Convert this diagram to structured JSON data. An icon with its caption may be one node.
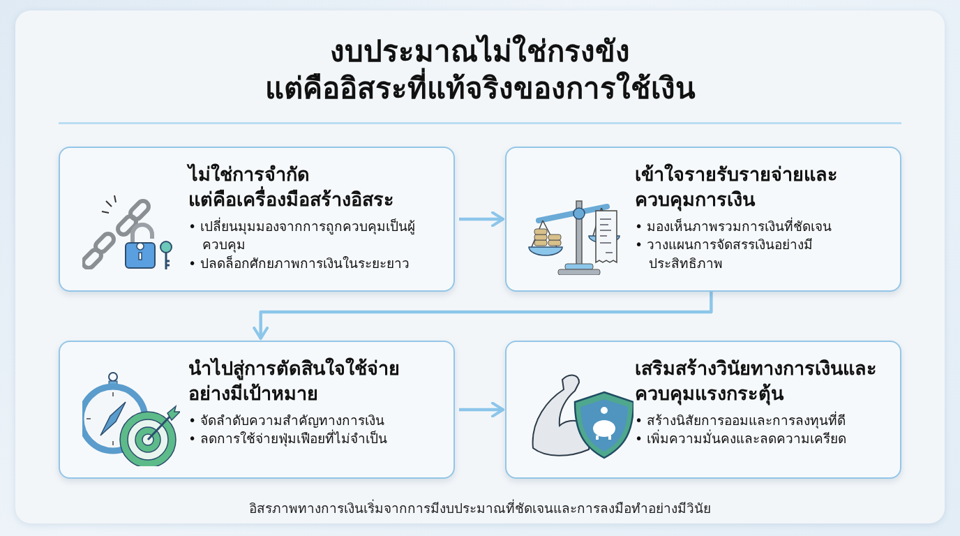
{
  "diagram": {
    "title": "งบประมาณไม่ใช่กรงขัง แต่คืออิสระที่แท้จริงของการใช้เงิน",
    "caption": "อิสรภาพทางการเงินเริ่มจากการมีงบประมาณที่ชัดเจนและการลงมือทำอย่างมีวินัย",
    "nodes": [
      {
        "text": [
          "ไม่ใช่การจำกัด แต่คือเครื่องมือสร้างอิสระ",
          "• เปลี่ยนมุมมองจากการถูกควบคุมเป็นผู้ควบคุม",
          "• ปลดล็อกศักยภาพการเงินในระยะยาว"
        ]
      },
      {
        "text": [
          "เข้าใจรายรับรายจ่ายและควบคุมการเงิน",
          "• มองเห็นภาพรวมการเงินที่ชัดเจน",
          "• วางแผนการจัดสรรเงินอย่างมีประสิทธิภาพ"
        ]
      },
      {
        "text": [
          "นำไปสู่การตัดสินใจใช้จ่ายอย่างมีเป้าหมาย",
          "• จัดลำดับความสำคัญทางการเงิน",
          "• ลดการใช้จ่ายฟุ่มเฟือยที่ไม่จำเป็น"
        ]
      },
      {
        "text": [
          "เสริมสร้างวินัยทางการเงินและควบคุมแรงกระตุ้น",
          "• สร้างนิสัยการออมและการลงทุนที่ดี",
          "• เพิ่มความมั่นคงและลดความเครียด"
        ]
      }
    ],
    "edges": [
      {
        "from": 0,
        "to": 1,
        "arrow": "to"
      },
      {
        "from": 1,
        "to": 2,
        "arrow": "to"
      },
      {
        "from": 2,
        "to": 3,
        "arrow": "to"
      }
    ]
  }
}
